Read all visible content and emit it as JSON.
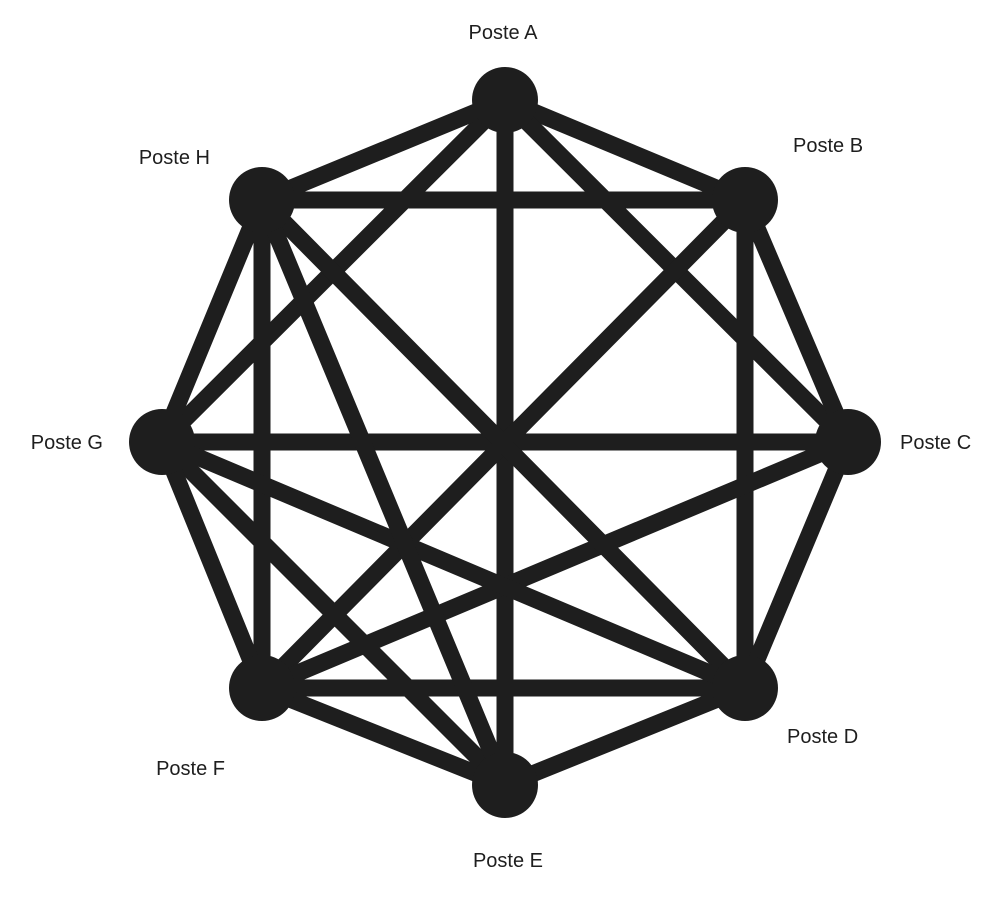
{
  "colors": {
    "ink": "#1e1e1e",
    "background": "#ffffff"
  },
  "nodes": [
    {
      "id": "A",
      "label": "Poste A"
    },
    {
      "id": "B",
      "label": "Poste B"
    },
    {
      "id": "C",
      "label": "Poste C"
    },
    {
      "id": "D",
      "label": "Poste D"
    },
    {
      "id": "E",
      "label": "Poste E"
    },
    {
      "id": "F",
      "label": "Poste F"
    },
    {
      "id": "G",
      "label": "Poste G"
    },
    {
      "id": "H",
      "label": "Poste H"
    }
  ],
  "edges": [
    [
      "A",
      "B"
    ],
    [
      "A",
      "C"
    ],
    [
      "A",
      "E"
    ],
    [
      "A",
      "G"
    ],
    [
      "A",
      "H"
    ],
    [
      "B",
      "C"
    ],
    [
      "B",
      "D"
    ],
    [
      "B",
      "F"
    ],
    [
      "B",
      "H"
    ],
    [
      "C",
      "D"
    ],
    [
      "C",
      "F"
    ],
    [
      "C",
      "G"
    ],
    [
      "D",
      "E"
    ],
    [
      "D",
      "F"
    ],
    [
      "D",
      "H"
    ],
    [
      "E",
      "F"
    ],
    [
      "F",
      "H"
    ],
    [
      "G",
      "D"
    ],
    [
      "G",
      "E"
    ],
    [
      "G",
      "F"
    ],
    [
      "G",
      "H"
    ],
    [
      "H",
      "E"
    ]
  ]
}
